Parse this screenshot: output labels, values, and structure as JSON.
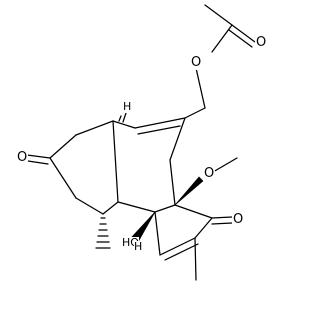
{
  "atoms": {
    "acetate_carbonyl_oxygen": "O",
    "acetate_ester_oxygen": "O",
    "ketone_left_oxygen": "O",
    "ketone_right_oxygen": "O",
    "methoxy_oxygen": "O",
    "hydroxyl_label": "HO",
    "hydroxyl_label_sub": "H",
    "h_stereo": "H"
  }
}
